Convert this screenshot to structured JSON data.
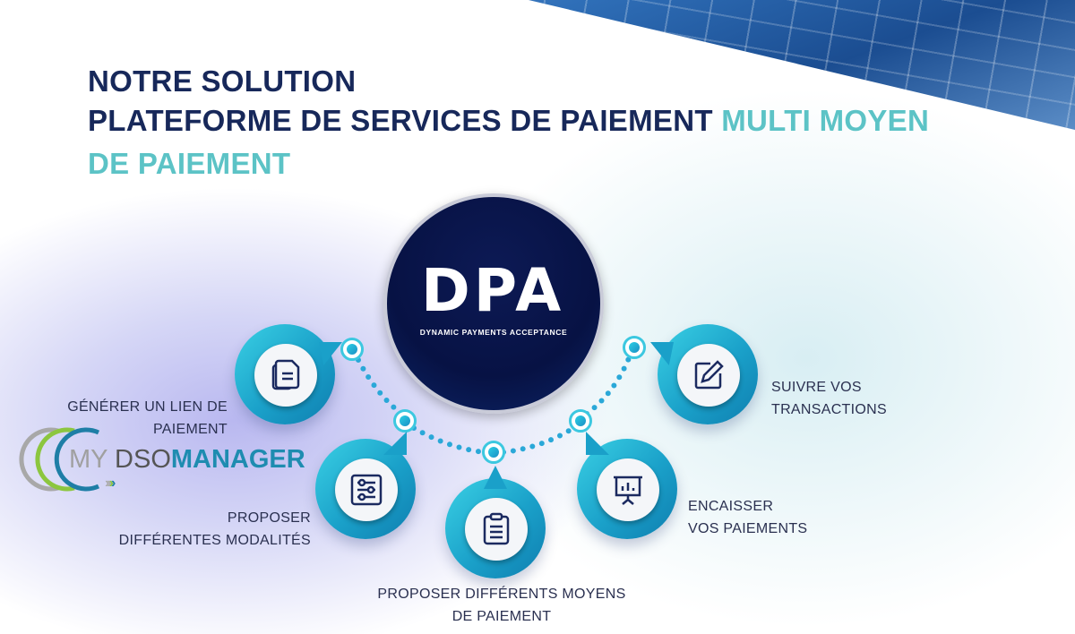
{
  "title": {
    "line1": "NOTRE SOLUTION",
    "line2_a": "PLATEFORME DE SERVICES DE PAIEMENT ",
    "line2_b": "MULTI MOYEN",
    "line3": "DE PAIEMENT"
  },
  "center": {
    "logo": "DPA",
    "subtitle": "DYNAMIC PAYMENTS ACCEPTANCE"
  },
  "features": [
    {
      "icon": "documents-icon",
      "line1": "GÉNÉRER UN LIEN DE",
      "line2": "PAIEMENT"
    },
    {
      "icon": "sliders-icon",
      "line1": "PROPOSER",
      "line2": "DIFFÉRENTES MODALITÉS"
    },
    {
      "icon": "clipboard-icon",
      "line1": "PROPOSER DIFFÉRENTS MOYENS",
      "line2": "DE PAIEMENT"
    },
    {
      "icon": "presentation-chart-icon",
      "line1": "ENCAISSER",
      "line2": "VOS PAIEMENTS"
    },
    {
      "icon": "edit-icon",
      "line1": "SUIVRE VOS",
      "line2": "TRANSACTIONS"
    }
  ],
  "brand": {
    "my": "MY",
    "dso": "DSO",
    "manager": "MANAGER"
  },
  "colors": {
    "navy": "#17285a",
    "teal": "#5cc3c6",
    "accent": "#1aa0c9"
  }
}
